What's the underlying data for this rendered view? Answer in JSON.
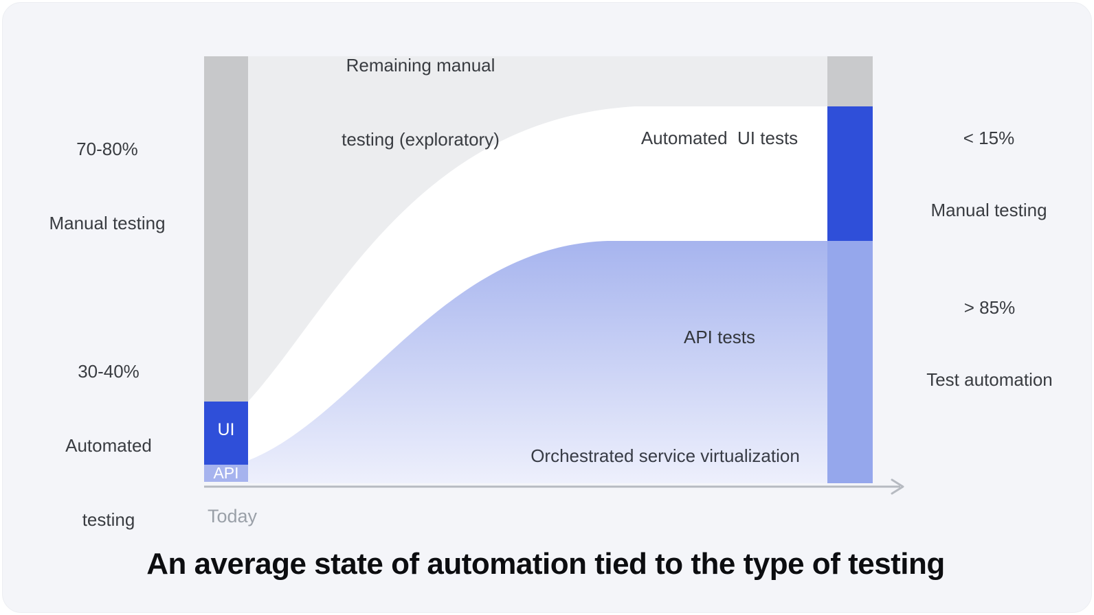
{
  "title": "An average state of automation tied to the type of testing",
  "axis": {
    "today": "Today"
  },
  "left_axis": {
    "manual": {
      "percent": "70-80%",
      "label": "Manual testing"
    },
    "automated": {
      "percent": "30-40%",
      "label_line1": "Automated",
      "label_line2": "testing"
    }
  },
  "right_axis": {
    "manual": {
      "percent": "< 15%",
      "label": "Manual testing"
    },
    "automation": {
      "percent": "> 85%",
      "label": "Test automation"
    }
  },
  "bars": {
    "ui": "UI",
    "api": "API"
  },
  "flows": {
    "remaining_manual_line1": "Remaining manual",
    "remaining_manual_line2": "testing (exploratory)",
    "automated_ui": "Automated  UI tests",
    "api_tests": "API tests",
    "orchestrated": "Orchestrated service virtualization"
  },
  "colors": {
    "background": "#f4f5f9",
    "bar_gray": "#c7c8ca",
    "flow_gray": "#ecedef",
    "strong_blue": "#2f4fd9",
    "light_blue_bar": "#95a7ec",
    "api_segment_blue": "#a6b3ee",
    "flow_gradient_top": "#a5b3ee",
    "flow_gradient_bottom": "#eef0fc",
    "axis_gray": "#b6bac1"
  },
  "chart_data": {
    "type": "sankey",
    "left_column": {
      "x_label": "Today",
      "segments": [
        {
          "label": "Manual testing",
          "value": "70-80%",
          "color": "#c7c8ca"
        },
        {
          "label": "UI",
          "group": "Automated testing",
          "group_value": "30-40%",
          "color": "#2f4fd9"
        },
        {
          "label": "API",
          "group": "Automated testing",
          "group_value": "30-40%",
          "color": "#a6b3ee"
        }
      ]
    },
    "right_column": {
      "segments": [
        {
          "label": "Manual testing",
          "value": "< 15%",
          "color": "#c7c8ca"
        },
        {
          "label": "Automated UI tests",
          "group": "Test automation",
          "group_value": "> 85%",
          "color": "#2f4fd9"
        },
        {
          "label": "API tests",
          "group": "Test automation",
          "group_value": "> 85%",
          "color": "#95a7ec"
        }
      ]
    },
    "flow_labels": [
      "Remaining manual testing (exploratory)",
      "Automated  UI tests",
      "API tests",
      "Orchestrated service virtualization"
    ]
  }
}
